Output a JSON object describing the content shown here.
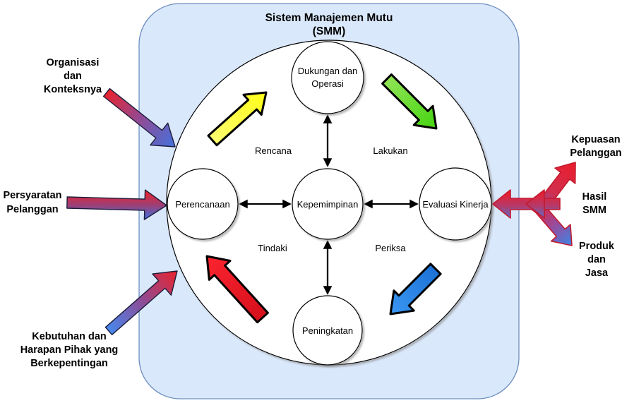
{
  "title": {
    "line1": "Sistem Manajemen Mutu",
    "line2": "(SMM)"
  },
  "circles": {
    "support": {
      "line1": "Dukungan dan",
      "line2": "Operasi"
    },
    "planning": {
      "label": "Perencanaan"
    },
    "leadership": {
      "label": "Kepemimpinan"
    },
    "evaluation": {
      "label": "Evaluasi Kinerja"
    },
    "improvement": {
      "label": "Peningkatan"
    }
  },
  "quadrants": {
    "plan": "Rencana",
    "do": "Lakukan",
    "act": "Tindaki",
    "check": "Periksa"
  },
  "inputs": {
    "organization": {
      "line1": "Organisasi",
      "line2": "dan",
      "line3": "Konteksnya"
    },
    "requirements": {
      "line1": "Persyaratan",
      "line2": "Pelanggan"
    },
    "needs": {
      "line1": "Kebutuhan dan",
      "line2": "Harapan Pihak yang",
      "line3": "Berkepentingan"
    }
  },
  "outputs": {
    "satisfaction": {
      "line1": "Kepuasan",
      "line2": "Pelanggan"
    },
    "results": {
      "line1": "Hasil",
      "line2": "SMM"
    },
    "products": {
      "line1": "Produk",
      "line2": "dan",
      "line3": "Jasa"
    }
  },
  "colors": {
    "container_fill": "#dae8fc",
    "container_stroke": "#6c8ebf",
    "arrow_yellow": "#ffff33",
    "arrow_green": "#55dd22",
    "arrow_red": "#f01a28",
    "arrow_blue": "#2b8ce8",
    "gradient_red": "#e8232e",
    "gradient_blue": "#4477dd"
  }
}
